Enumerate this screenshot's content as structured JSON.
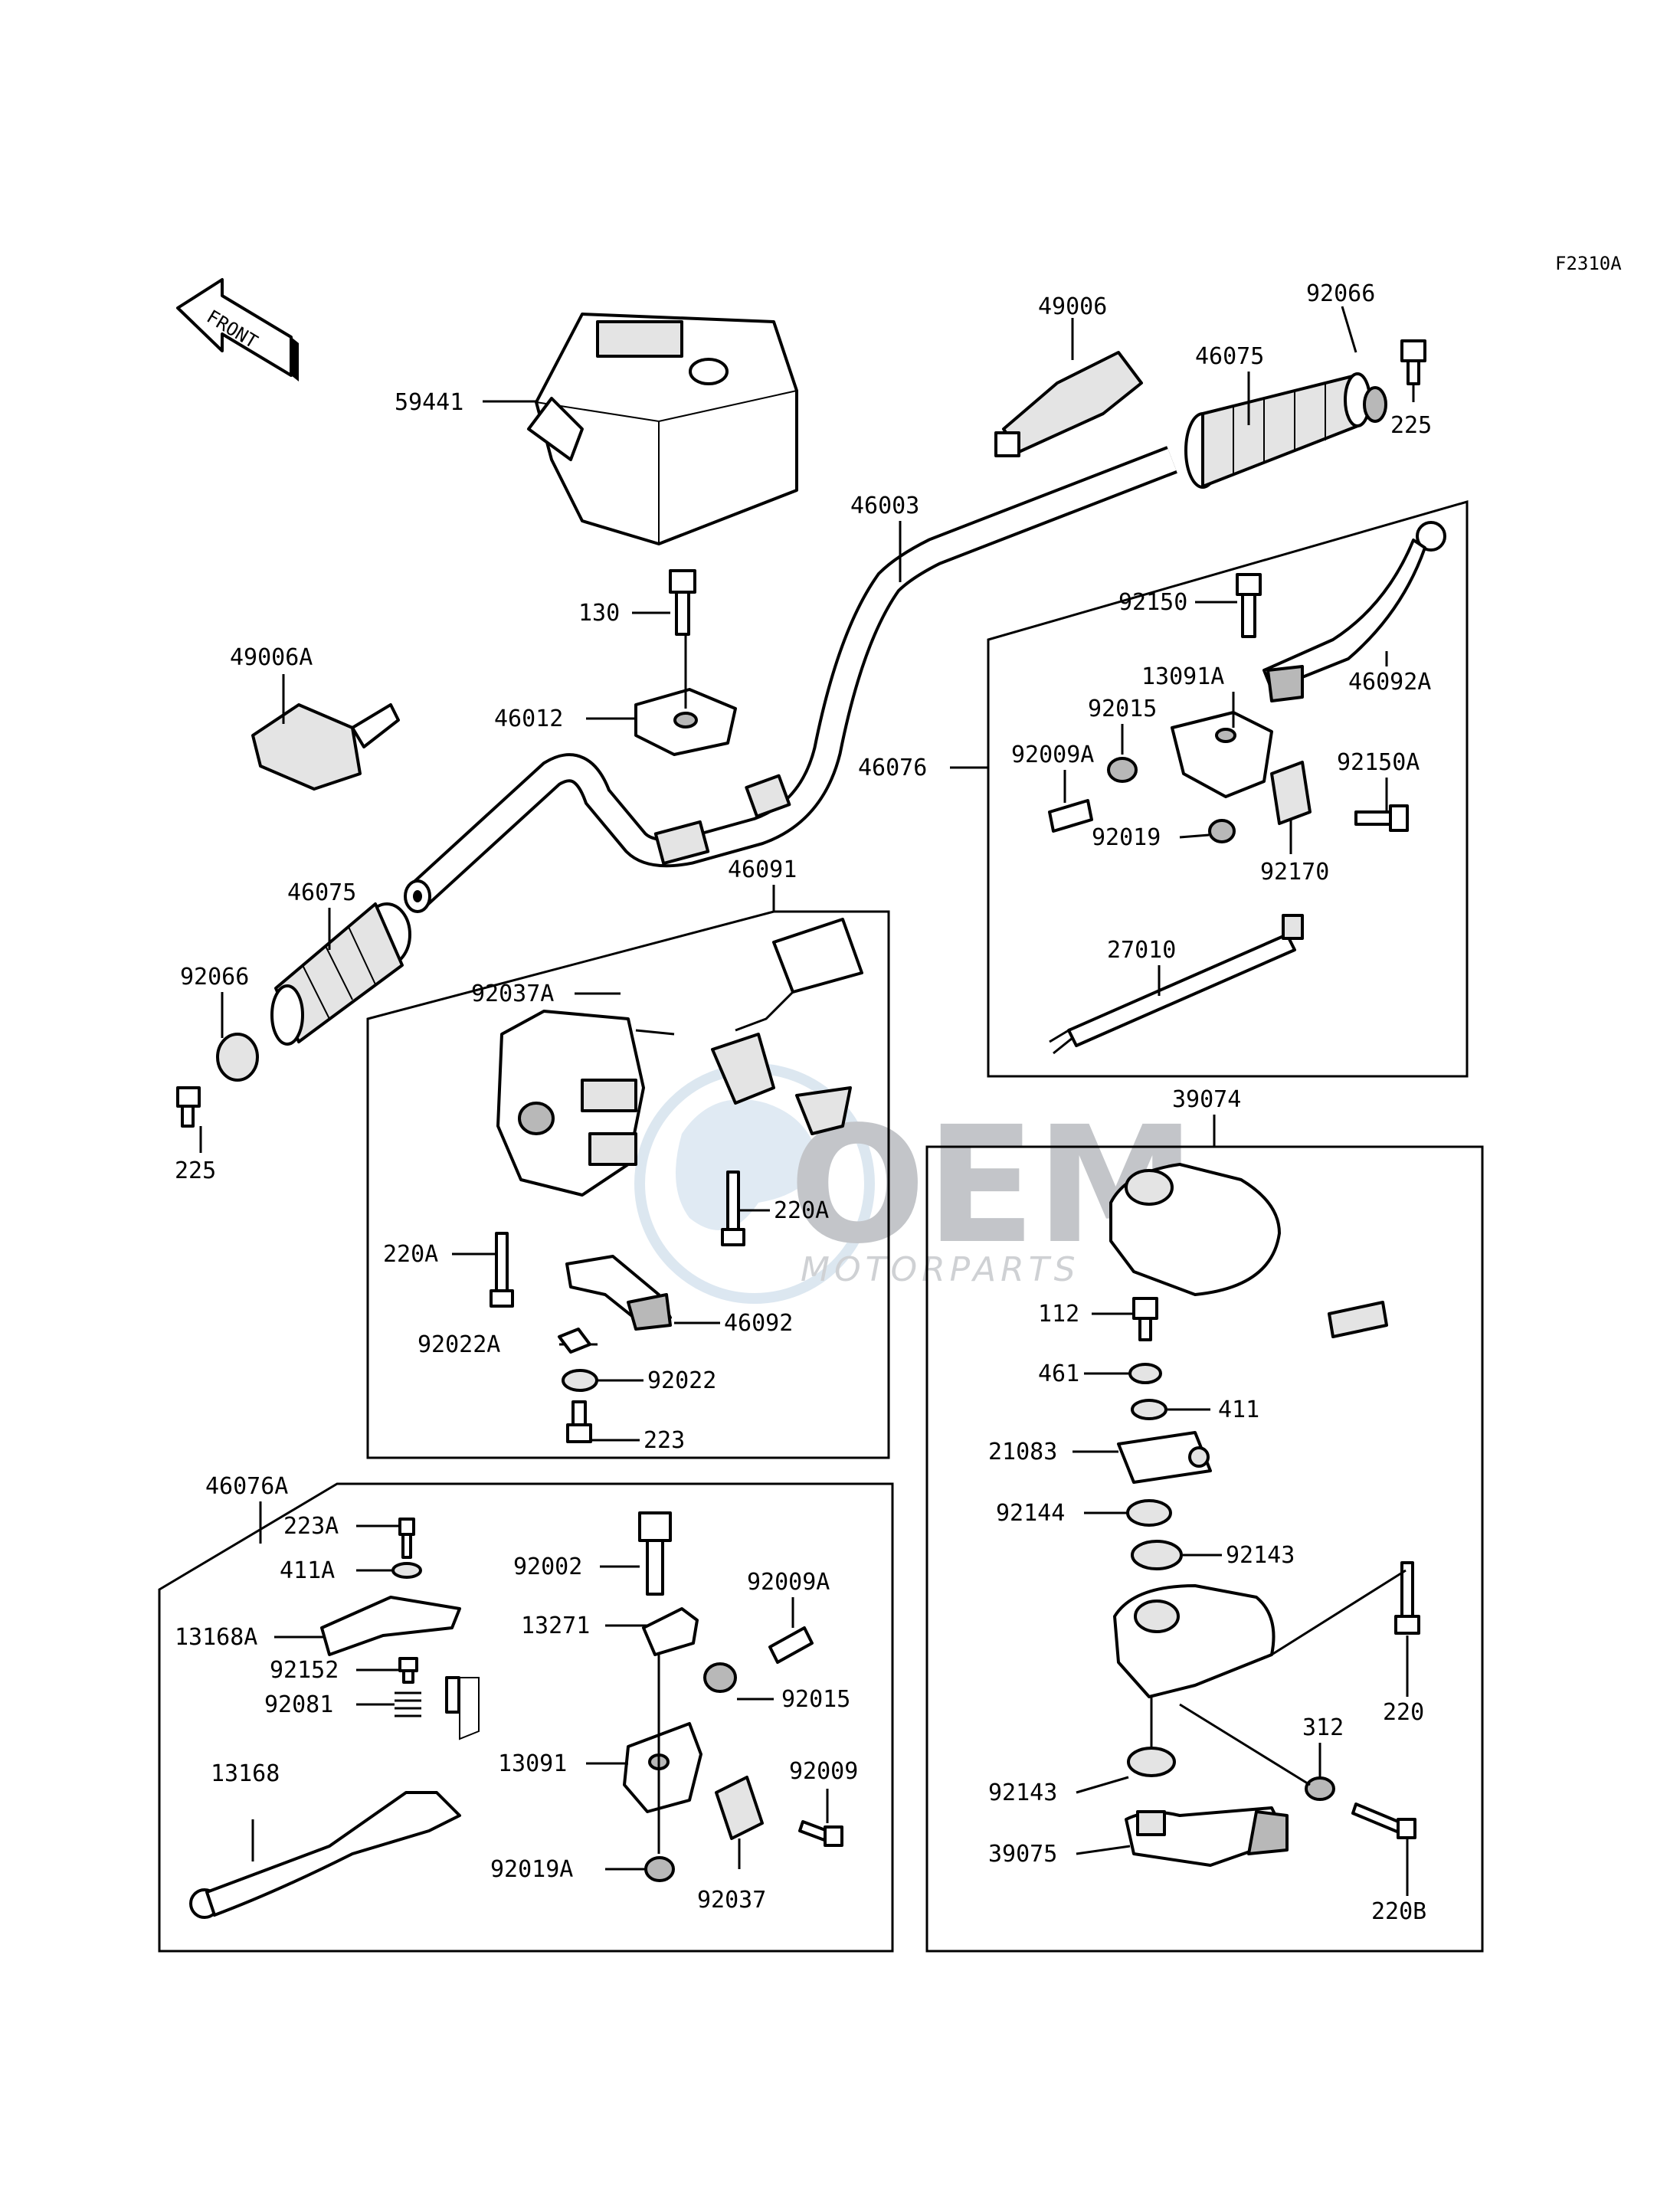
{
  "diagram_code": "F2310A",
  "front_label": "FRONT",
  "watermark": {
    "brand": "OEM",
    "sub": "MOTORPARTS"
  },
  "labels": {
    "p59441": "59441",
    "p49006": "49006",
    "p46075_top": "46075",
    "p92066_top": "92066",
    "p225_top": "225",
    "p46003": "46003",
    "p130": "130",
    "p46012": "46012",
    "p49006A": "49006A",
    "p46075_left": "46075",
    "p92066_left": "92066",
    "p225_left": "225",
    "p46091": "46091",
    "p92037A": "92037A",
    "p220A_left": "220A",
    "p220A_right": "220A",
    "p92022A": "92022A",
    "p46092": "46092",
    "p92022": "92022",
    "p223": "223",
    "p46076": "46076",
    "p92150": "92150",
    "p46092A": "46092A",
    "p13091A": "13091A",
    "p92015_top": "92015",
    "p92009A_top": "92009A",
    "p92150A": "92150A",
    "p92019": "92019",
    "p92170": "92170",
    "p27010": "27010",
    "p39074": "39074",
    "p112": "112",
    "p461": "461",
    "p411": "411",
    "p21083": "21083",
    "p92144": "92144",
    "p92143_top": "92143",
    "p220": "220",
    "p312": "312",
    "p92143_bottom": "92143",
    "p39075": "39075",
    "p220B": "220B",
    "p46076A": "46076A",
    "p223A": "223A",
    "p411A": "411A",
    "p13168A": "13168A",
    "p92152": "92152",
    "p92081": "92081",
    "p13168": "13168",
    "p92002": "92002",
    "p13271": "13271",
    "p92009A_bottom": "92009A",
    "p92015_bottom": "92015",
    "p13091": "13091",
    "p92009": "92009",
    "p92019A": "92019A",
    "p92037": "92037"
  }
}
